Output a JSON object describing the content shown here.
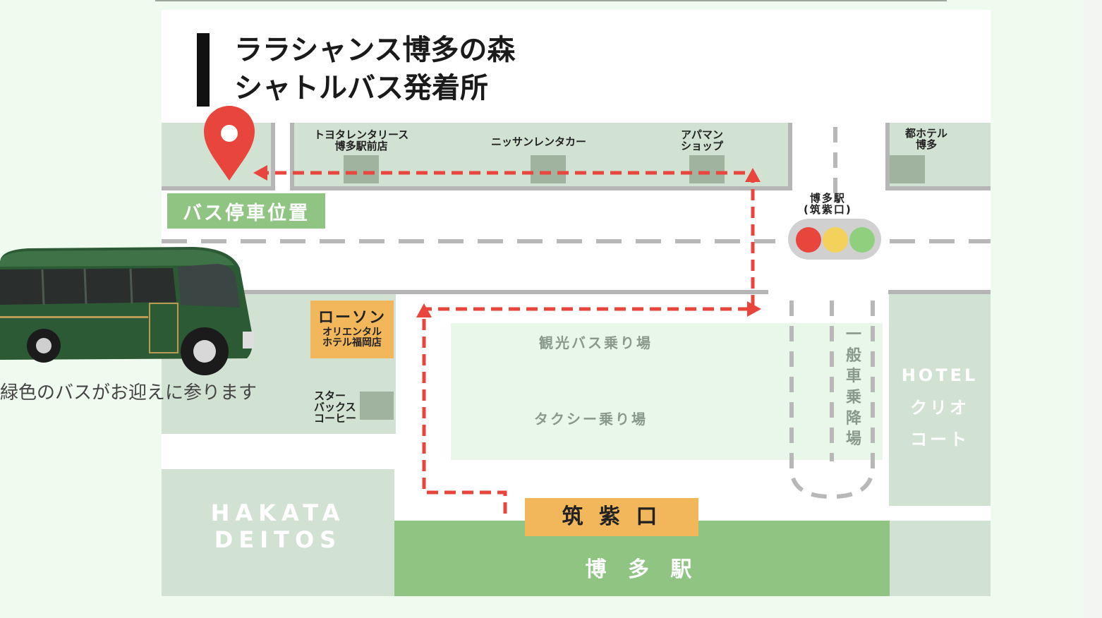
{
  "title": {
    "line1": "ララシャンス博多の森",
    "line2": "シャトルバス発着所"
  },
  "markers": {
    "pin": "map-pin-icon",
    "bus_stop_label": "バス停車位置"
  },
  "top_row": {
    "toyota": "トヨタレンタリース\n博多駅前店",
    "nissan": "ニッサンレンタカー",
    "apaman": "アパマン\nショップ",
    "miyako": "都ホテル\n博多"
  },
  "traffic_light": {
    "label": "博多駅\n(筑紫口)",
    "colors": [
      "#e8453c",
      "#f4d15a",
      "#8fcf7e"
    ]
  },
  "lawson": {
    "name": "ローソン",
    "sub": "オリエンタル\nホテル福岡店"
  },
  "starbucks": "スター\nバックス\nコーヒー",
  "plaza": {
    "tour_bus": "観光バス乗り場",
    "taxi": "タクシー乗り場"
  },
  "general_car": "一\n般\n車\n乗\n降\n場",
  "hotel_clio": "HOTEL\nクリオ\nコート",
  "deitos": "HAKATA\nDEITOS",
  "exit_tag": "筑 紫 口",
  "station": "博 多 駅",
  "route_color": "#e8453c",
  "caption": "緑色のバスがお迎えに参ります",
  "bus_image": "green-shuttle-bus"
}
